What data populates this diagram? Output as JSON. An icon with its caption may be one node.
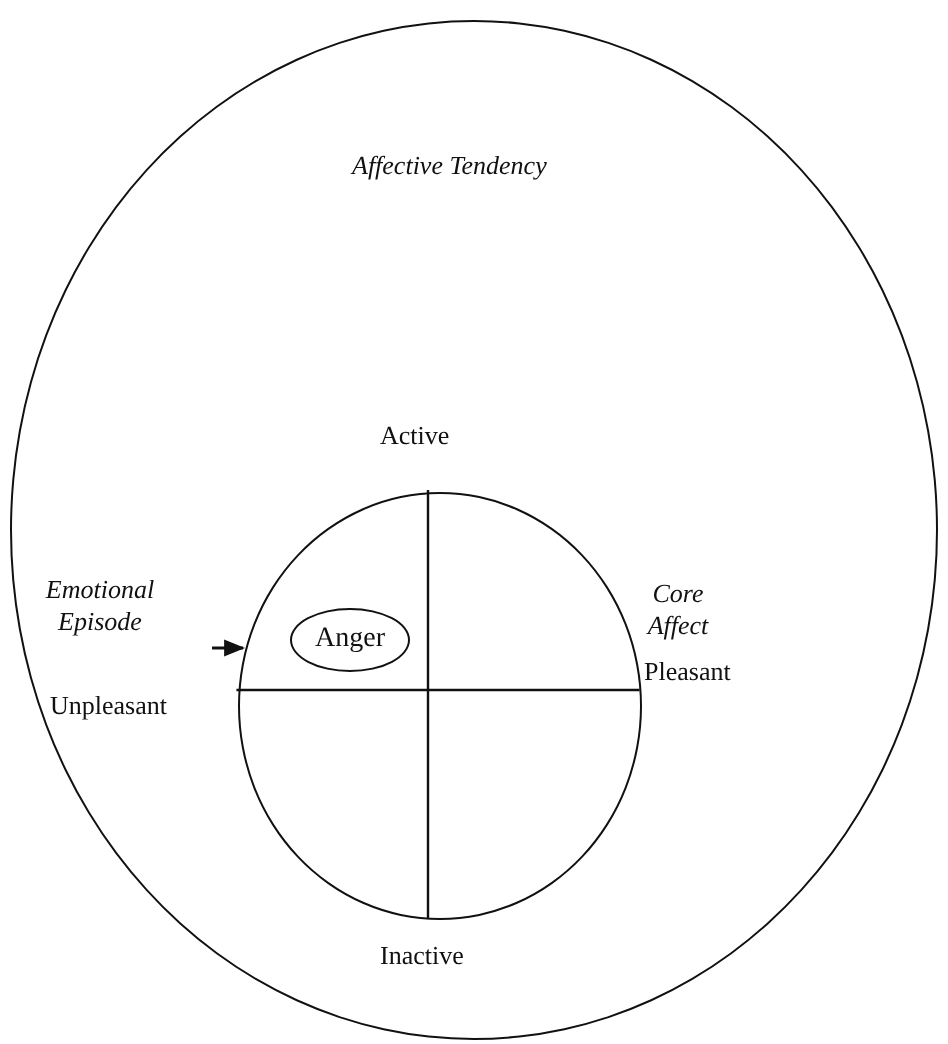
{
  "diagram": {
    "nodes": [
      {
        "text": [
          "Affective Tendency"
        ]
      },
      {
        "text": [
          "Core Affect"
        ],
        "in": 0
      },
      {
        "text": [
          "Anger"
        ],
        "in": 1
      },
      {
        "text": [
          "Emotional Episode"
        ],
        "in": 0
      }
    ],
    "edges": [
      {
        "from": 3,
        "to": 1,
        "arrow": "to"
      }
    ],
    "labels": [
      "Active",
      "Unpleasant",
      "Pleasant",
      "Inactive"
    ]
  }
}
